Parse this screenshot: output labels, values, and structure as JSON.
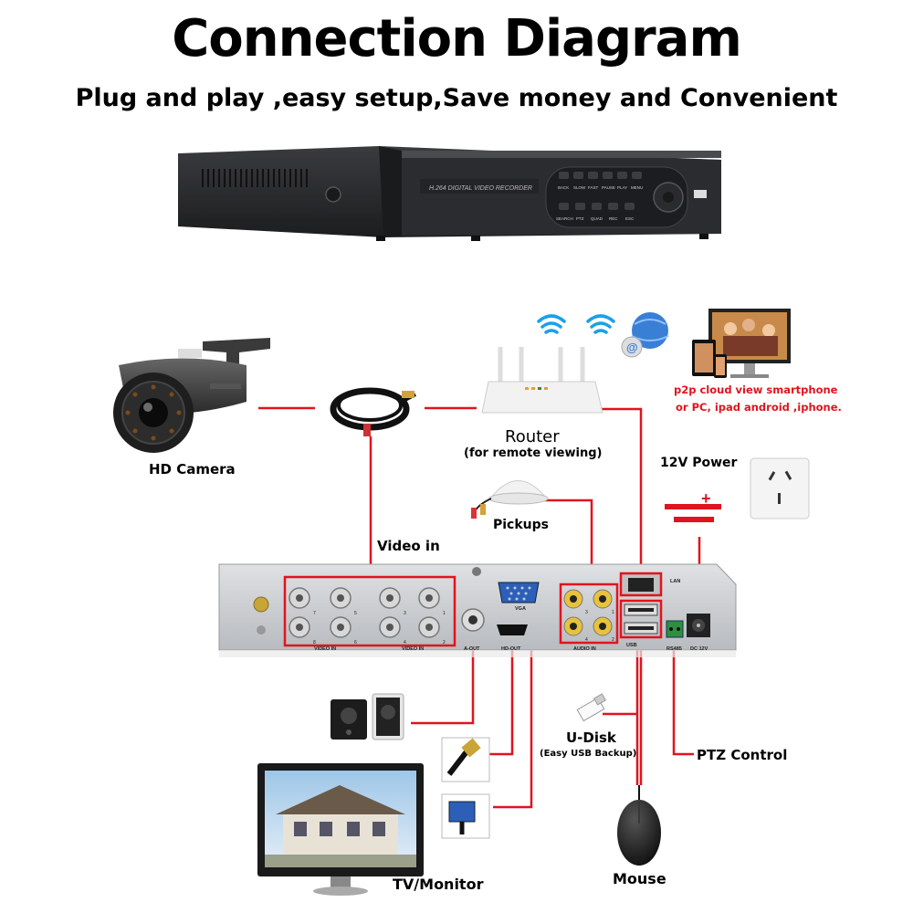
{
  "header": {
    "title": "Connection Diagram",
    "subtitle": "Plug and play ,easy setup,Save money and Convenient"
  },
  "dvr_front": {
    "brand_text": "H.264 DIGITAL VIDEO RECORDER",
    "buttons_top": [
      "BACK",
      "SLOW",
      "FAST",
      "PAUSE",
      "PLAY",
      "MENU"
    ],
    "buttons_bottom": [
      "SEARCH",
      "PTZ",
      "QUAD",
      "REC",
      "ESC"
    ]
  },
  "labels": {
    "hd_camera": "HD Camera",
    "video_in": "Video in",
    "router": "Router",
    "router_sub": "(for remote viewing)",
    "p2p_line1": "p2p cloud  view smartphone",
    "p2p_line2": "or PC, ipad android ,iphone.",
    "power": "12V Power",
    "pickups": "Pickups",
    "udisk": "U-Disk",
    "udisk_sub": "(Easy USB Backup)",
    "ptz": "PTZ Control",
    "tv": "TV/Monitor",
    "mouse": "Mouse"
  },
  "dvr_back": {
    "video_in_left": "VIDEO IN",
    "video_in_right": "VIDEO IN",
    "aout": "A-OUT",
    "vga": "VGA",
    "hdout": "HD-OUT",
    "audio_in": "AUDIO IN",
    "lan": "LAN",
    "usb": "USB",
    "rs485": "RS485",
    "dc": "DC 12V",
    "bnc_numbers": [
      "7",
      "5",
      "3",
      "1",
      "8",
      "6",
      "4",
      "2"
    ],
    "audio_numbers": [
      "3",
      "1",
      "4",
      "2"
    ]
  },
  "colors": {
    "wire": "#e0141e",
    "accent_text": "#e0141e",
    "dvr_body": "#2f3033",
    "panel": "#c9ccd0"
  }
}
